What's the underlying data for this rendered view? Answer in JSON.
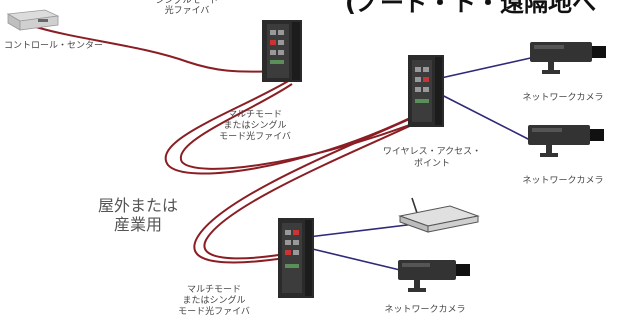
{
  "title_partial": "(ノード・ト・遠隔地へ",
  "labels": {
    "top_fiber": "シングルモード\n光ファイバ",
    "control_center": "コントロール・センター",
    "multimode_fiber_1": "マルチモード\nまたはシングル\nモード光ファイバ",
    "wireless_access_point": "ワイヤレス・アクセス・\nポイント",
    "outdoor_industrial": "屋外または\n産業用",
    "multimode_fiber_2": "マルチモード\nまたはシングル\nモード光ファイバ",
    "camera_1": "ネットワークカメラ",
    "camera_2": "ネットワークカメラ",
    "camera_3": "ネットワークカメラ"
  },
  "colors": {
    "fiber": "#8a1e24",
    "copper": "#2e2a78",
    "switch_body": "#2b2b2b",
    "camera_body": "#333333"
  }
}
